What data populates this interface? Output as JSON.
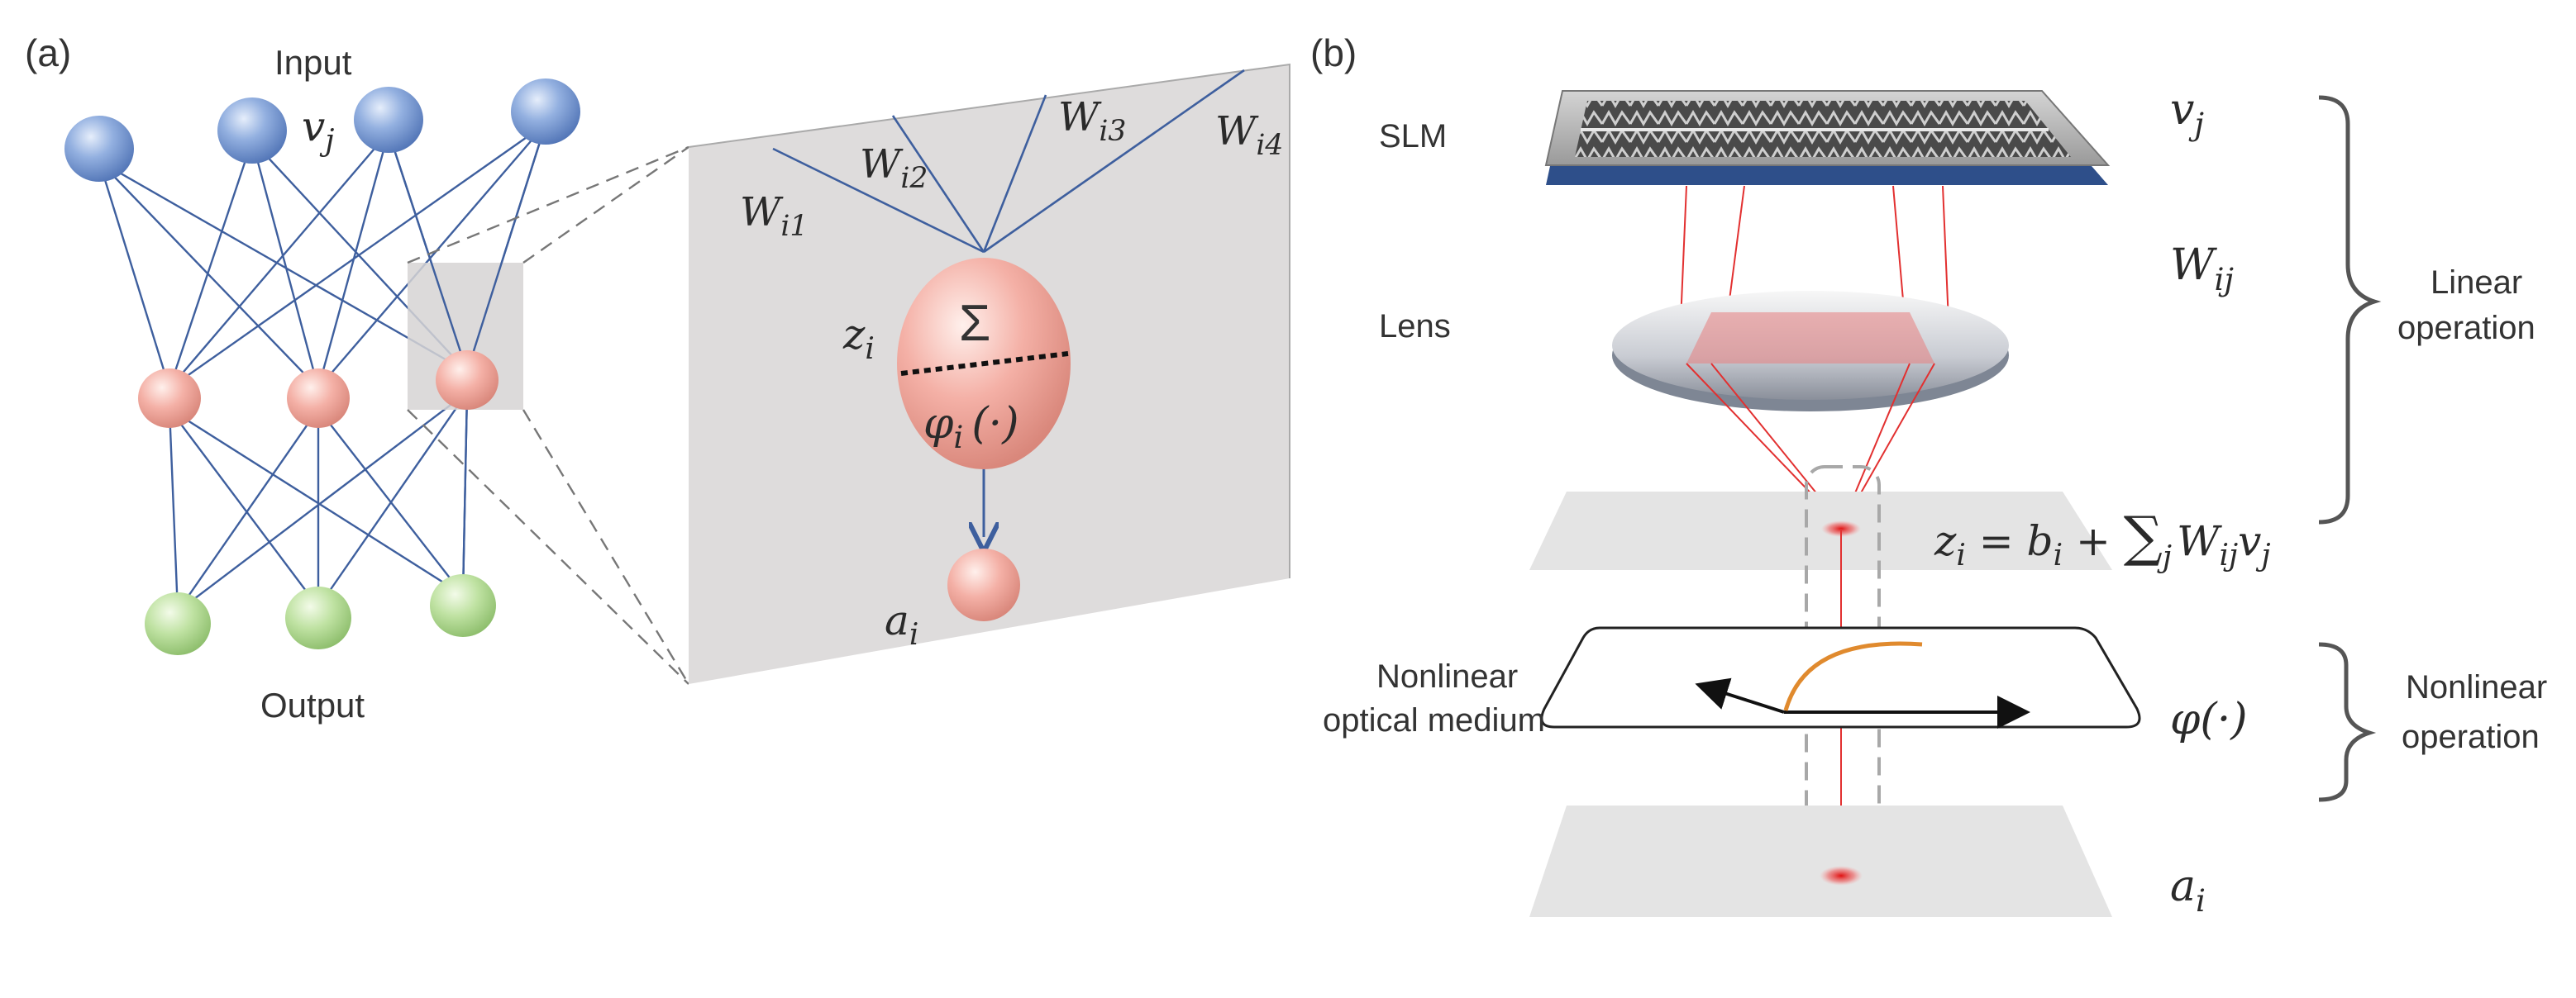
{
  "panel_a": {
    "label": "(a)",
    "input_label": "Input",
    "input_symbol": {
      "base": "v",
      "sub": "j"
    },
    "output_label": "Output",
    "weights": [
      {
        "base": "W",
        "sub": "i1"
      },
      {
        "base": "W",
        "sub": "i2"
      },
      {
        "base": "W",
        "sub": "i3"
      },
      {
        "base": "W",
        "sub": "i4"
      }
    ],
    "neuron_sum_symbol": "Σ",
    "pre_activation": {
      "base": "z",
      "sub": "i"
    },
    "activation": {
      "base": "φ",
      "sub": "i",
      "arg": "(·)"
    },
    "output_symbol": {
      "base": "a",
      "sub": "i"
    },
    "colors": {
      "input_node": "#7f9fd6",
      "hidden_node": "#f2a9a0",
      "output_node": "#b6dc98",
      "edge": "#3e5f9e",
      "panel": "#dedcdc"
    }
  },
  "panel_b": {
    "label": "(b)",
    "slm_label": "SLM",
    "lens_label": "Lens",
    "medium_label_line1": "Nonlinear",
    "medium_label_line2": "optical medium",
    "v_symbol": {
      "base": "v",
      "sub": "j"
    },
    "w_symbol": {
      "base": "W",
      "sub": "ij"
    },
    "equation": {
      "lhs": "z",
      "lhs_sub": "i",
      "eq": " = ",
      "b": "b",
      "b_sub": "i",
      "plus": " + ",
      "sum": "∑",
      "sum_sub": "j",
      "w": "W",
      "w_sub": "ij",
      "v": "v",
      "v_sub": "j"
    },
    "phi_symbol": "φ(·)",
    "a_symbol": {
      "base": "a",
      "sub": "i"
    },
    "linear_line1": "Linear",
    "linear_line2": "operation",
    "nonlinear_line1": "Nonlinear",
    "nonlinear_line2": "operation",
    "colors": {
      "slm_frame": "#2e4f8a",
      "beam": "#e23030",
      "curve": "#e08a2e",
      "plane": "#e4e4e4"
    }
  }
}
